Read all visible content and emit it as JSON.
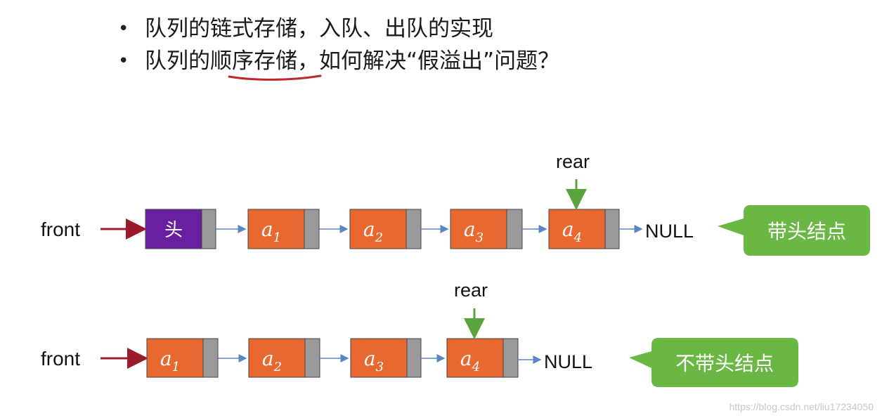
{
  "bullets": [
    "队列的链式存储，入队、出队的实现",
    "队列的顺序存储，如何解决“假溢出”问题？"
  ],
  "with_head": {
    "front_label": "front",
    "rear_label": "rear",
    "head_node_label": "头",
    "nodes": [
      {
        "base": "a",
        "sub": "1"
      },
      {
        "base": "a",
        "sub": "2"
      },
      {
        "base": "a",
        "sub": "3"
      },
      {
        "base": "a",
        "sub": "4"
      }
    ],
    "null_label": "NULL",
    "callout": "带头结点"
  },
  "without_head": {
    "front_label": "front",
    "rear_label": "rear",
    "nodes": [
      {
        "base": "a",
        "sub": "1"
      },
      {
        "base": "a",
        "sub": "2"
      },
      {
        "base": "a",
        "sub": "3"
      },
      {
        "base": "a",
        "sub": "4"
      }
    ],
    "null_label": "NULL",
    "callout": "不带头结点"
  },
  "watermark": "https://blog.csdn.net/liu17234050",
  "colors": {
    "node_fill": "#e8692f",
    "head_fill": "#6a1fa0",
    "pointer_cell": "#9a9a9a",
    "front_arrow": "#9b1b2a",
    "rear_arrow": "#5aa43c",
    "link_arrow": "#5b86c5",
    "callout_fill": "#6ab843",
    "underline": "#c0272d"
  }
}
